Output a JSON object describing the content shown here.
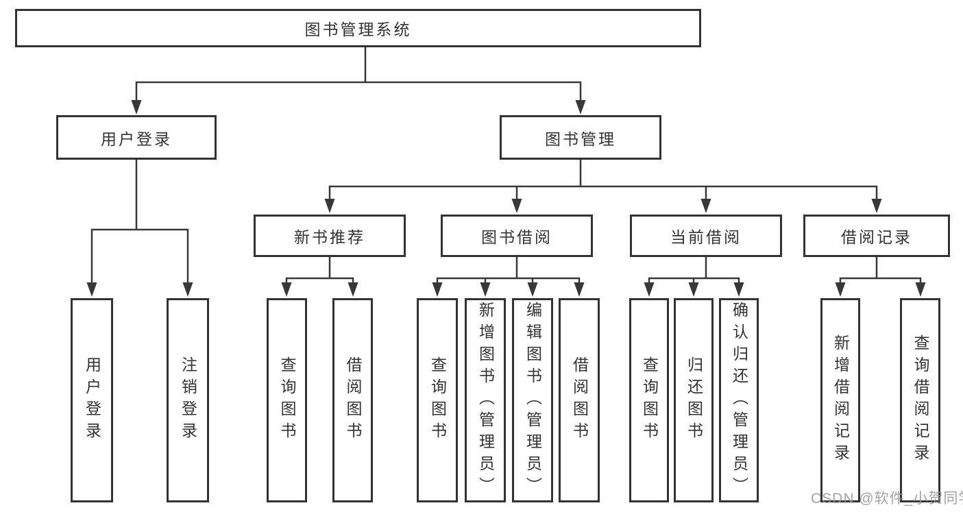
{
  "diagram": {
    "tree": {
      "label": "图书管理系统",
      "children": [
        {
          "label": "用户登录",
          "children": [
            {
              "label": "用户登录"
            },
            {
              "label": "注销登录"
            }
          ]
        },
        {
          "label": "图书管理",
          "children": [
            {
              "label": "新书推荐",
              "children": [
                {
                  "label": "查询图书"
                },
                {
                  "label": "借阅图书"
                }
              ]
            },
            {
              "label": "图书借阅",
              "children": [
                {
                  "label": "查询图书"
                },
                {
                  "label": "新增图书（管理员）"
                },
                {
                  "label": "编辑图书（管理员）"
                },
                {
                  "label": "借阅图书"
                }
              ]
            },
            {
              "label": "当前借阅",
              "children": [
                {
                  "label": "查询图书"
                },
                {
                  "label": "归还图书"
                },
                {
                  "label": "确认归还（管理员）"
                }
              ]
            },
            {
              "label": "借阅记录",
              "children": [
                {
                  "label": "新增借阅记录"
                },
                {
                  "label": "查询借阅记录"
                }
              ]
            }
          ]
        }
      ]
    },
    "colors": {
      "line": "#383838",
      "box_border": "#333333",
      "text": "#333333",
      "watermark": "#969696"
    },
    "watermark": "CSDN @软件_小贺同学"
  }
}
